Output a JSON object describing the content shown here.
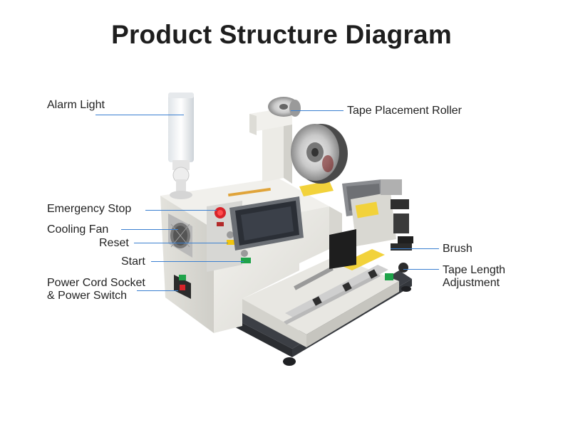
{
  "title": "Product Structure Diagram",
  "labels": {
    "alarm_light": "Alarm Light",
    "tape_placement_roller": "Tape Placement Roller",
    "emergency_stop": "Emergency Stop",
    "cooling_fan": "Cooling Fan",
    "reset": "Reset",
    "start": "Start",
    "brush": "Brush",
    "tape_length_line1": "Tape Length",
    "tape_length_line2": "Adjustment",
    "power_line1": "Power Cord Socket",
    "power_line2": "& Power Switch"
  },
  "colors": {
    "leader": "#3a7fd0",
    "machine_body": "#ecebe6",
    "base": "#3c3f45",
    "estop": "#d8242a",
    "start_button": "#1fa34a",
    "reset_button": "#f1c40f",
    "screen": "#2b2f36"
  }
}
